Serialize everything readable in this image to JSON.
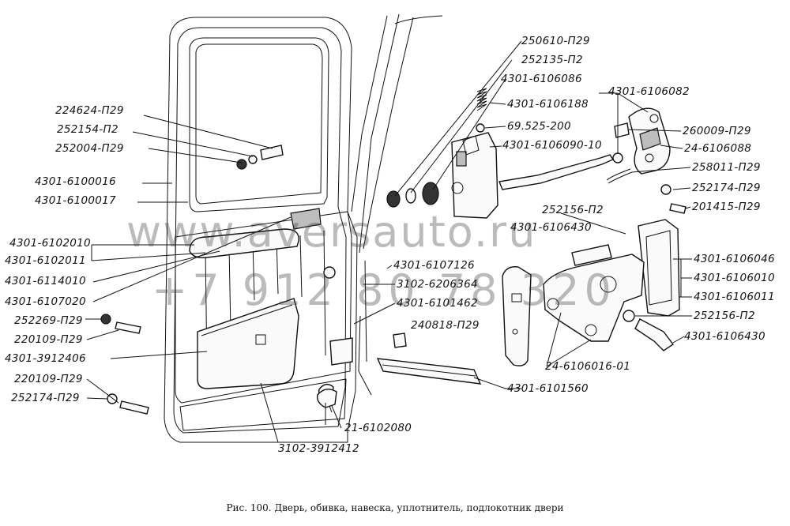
{
  "caption": "Рис. 100. Дверь, обивка, навеска, уплотнитель, подлокотник двери",
  "watermark": {
    "site": "www.aversauto.ru",
    "phone": "+7 912 80 78 320"
  },
  "labels": {
    "l224624_p29": "224624-П29",
    "l252154_p2": "252154-П2",
    "l252004_p29": "252004-П29",
    "l4301_6100016": "4301-6100016",
    "l4301_6100017": "4301-6100017",
    "l4301_6102010": "4301-6102010",
    "l4301_6102011": "4301-6102011",
    "l4301_6114010": "4301-6114010",
    "l4301_6107020": "4301-6107020",
    "l252269_p29": "252269-П29",
    "l220109_p29_a": "220109-П29",
    "l4301_3912406": "4301-3912406",
    "l220109_p29_b": "220109-П29",
    "l252174_p29_a": "252174-П29",
    "l3102_3912412": "3102-3912412",
    "l21_6102080": "21-6102080",
    "l4301_6107126": "4301-6107126",
    "l3102_6206364": "3102-6206364",
    "l4301_6101462": "4301-6101462",
    "l240818_p29": "240818-П29",
    "l4301_6101560": "4301-6101560",
    "l250610_p29": "250610-П29",
    "l252135_p2": "252135-П2",
    "l4301_6106086": "4301-6106086",
    "l4301_6106188": "4301-6106188",
    "l69_525_200": "69.525-200",
    "l4301_6106090_10": "4301-6106090-10",
    "l4301_6106082": "4301-6106082",
    "l260009_p29": "260009-П29",
    "l24_6106088": "24-6106088",
    "l258011_p29": "258011-П29",
    "l252174_p29_b": "252174-П29",
    "l201415_p29": "201415-П29",
    "l252156_p2_a": "252156-П2",
    "l4301_6106430_a": "4301-6106430",
    "l4301_6106046": "4301-6106046",
    "l4301_6106010": "4301-6106010",
    "l4301_6106011": "4301-6106011",
    "l252156_p2_b": "252156-П2",
    "l4301_6106430_b": "4301-6106430",
    "l24_6106016_01": "24-6106016-01"
  }
}
